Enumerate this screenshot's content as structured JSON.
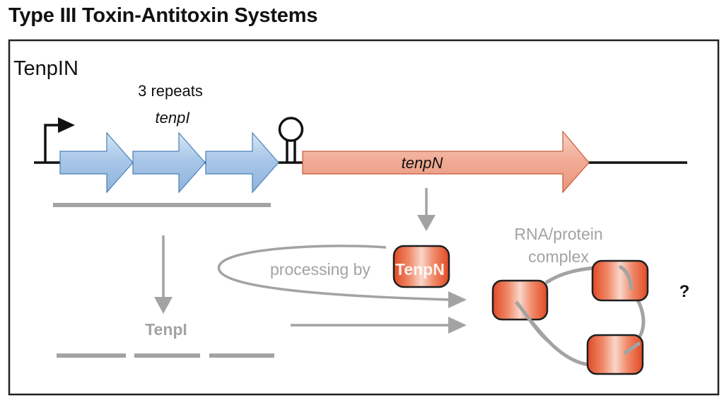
{
  "title": "Type III Toxin-Antitoxin Systems",
  "system_label": "TenpIN",
  "repeats_label": "3 repeats",
  "antitoxin_gene": "tenpI",
  "toxin_gene": "tenpN",
  "processing_label_prefix": "processing by ",
  "processing_label_enzyme": "TenpN",
  "complex_label_line1": "RNA/protein",
  "complex_label_line2": "complex",
  "rna_label": "TenpI",
  "unknown_mark": "?",
  "colors": {
    "antitoxin_repeat": "#a9c7e8",
    "toxin_gene": "#f1ad98",
    "protein": "#e5532d",
    "gray": "#a3a3a3"
  },
  "icons": {
    "promoter": "promoter-arrow-icon",
    "terminator": "terminator-hairpin-icon"
  }
}
